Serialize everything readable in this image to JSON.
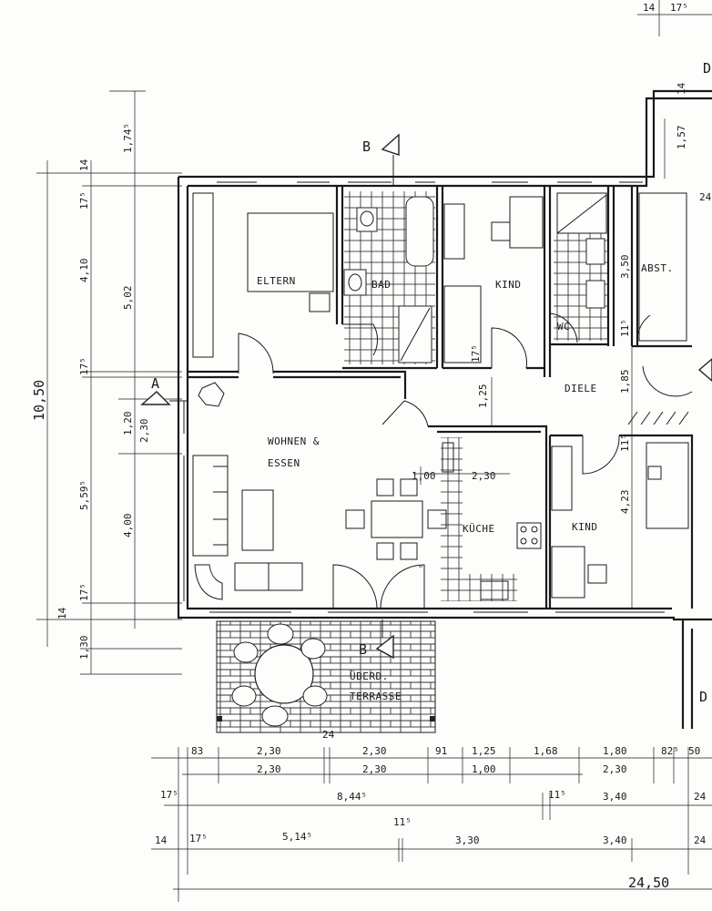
{
  "rooms": {
    "eltern": "ELTERN",
    "bad": "BAD",
    "kind_north": "KIND",
    "wc": "WC",
    "abst": "ABST.",
    "diele": "DIELE",
    "wohnen_1": "WOHNEN &",
    "wohnen_2": "ESSEN",
    "kueche": "KÜCHE",
    "kind_south": "KIND",
    "terrasse_1": "ÜBERD.",
    "terrasse_2": "TERRASSE"
  },
  "sections": {
    "a": "A",
    "b": "B",
    "d": "D"
  },
  "dims_left": {
    "total": "10,50",
    "c1": [
      "1,74⁵",
      "5,02",
      "1,20",
      "4,00",
      "1,30"
    ],
    "c2": [
      "14",
      "17⁵",
      "4,10",
      "17⁵",
      "2,30",
      "5,59⁵",
      "17⁵",
      "14"
    ]
  },
  "dims_inner": [
    "1,25",
    "1,85",
    "3,50",
    "4,23",
    "1,00",
    "2,30",
    "11⁵",
    "11⁵",
    "1,57",
    "17⁵",
    "14",
    "24"
  ],
  "dims_bottom": {
    "row1": [
      "83",
      "2,30",
      "2,30",
      "91",
      "1,25",
      "1,68",
      "1,80",
      "82⁵",
      "50"
    ],
    "row2": [
      "2,30",
      "2,30",
      "1,00",
      "2,30"
    ],
    "row3": [
      "17⁵",
      "8,44⁵",
      "11⁵",
      "3,40",
      "24"
    ],
    "row4": [
      "14",
      "17⁵",
      "5,14⁵",
      "11⁵",
      "3,30",
      "3,40",
      "24"
    ],
    "row5": [
      "24,50"
    ],
    "terrace": "24"
  },
  "dims_top": [
    "14",
    "17⁵"
  ]
}
